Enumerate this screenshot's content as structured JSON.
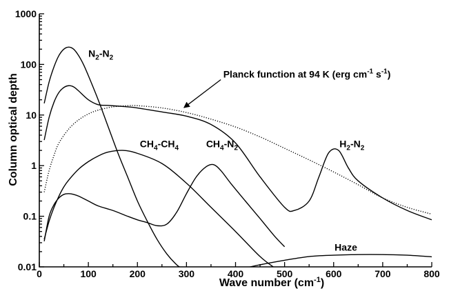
{
  "chart_data": {
    "type": "line",
    "xlabel": "Wave number (cm",
    "xlabel_sup": "-1",
    "xlabel_end": ")",
    "ylabel": "Column optical depth",
    "xlim": [
      0,
      800
    ],
    "ylim": [
      0.01,
      1000
    ],
    "yscale": "log",
    "grid": false,
    "x_ticks": [
      {
        "value": 0,
        "label": "0"
      },
      {
        "value": 100,
        "label": "100"
      },
      {
        "value": 200,
        "label": "200"
      },
      {
        "value": 300,
        "label": "300"
      },
      {
        "value": 400,
        "label": "400"
      },
      {
        "value": 500,
        "label": "500"
      },
      {
        "value": 600,
        "label": "600"
      },
      {
        "value": 700,
        "label": "700"
      },
      {
        "value": 800,
        "label": "800"
      }
    ],
    "y_ticks": [
      {
        "value": 0.01,
        "label": "0.01"
      },
      {
        "value": 0.1,
        "label": "0.1"
      },
      {
        "value": 1,
        "label": "1"
      },
      {
        "value": 10,
        "label": "10"
      },
      {
        "value": 100,
        "label": "100"
      },
      {
        "value": 1000,
        "label": "1000"
      }
    ],
    "series": [
      {
        "key": "n2n2",
        "style": "solid",
        "x": [
          10,
          20,
          30,
          40,
          50,
          60,
          70,
          80,
          90,
          100,
          120,
          140,
          160,
          180,
          200,
          220,
          240,
          260,
          280,
          290
        ],
        "y": [
          17,
          45,
          90,
          150,
          200,
          220,
          200,
          150,
          100,
          60,
          20,
          6,
          1.8,
          0.6,
          0.2,
          0.08,
          0.035,
          0.018,
          0.011,
          0.0095
        ]
      },
      {
        "key": "total",
        "style": "solid",
        "x": [
          10,
          20,
          30,
          40,
          50,
          60,
          70,
          80,
          100,
          120,
          140,
          160,
          180,
          200,
          250,
          300,
          350,
          400,
          450,
          500,
          520,
          550,
          570,
          590,
          610,
          630,
          650,
          700,
          750,
          800
        ],
        "y": [
          3.2,
          9,
          18,
          28,
          35,
          38,
          36,
          30,
          20,
          16,
          15.5,
          15,
          14.5,
          13.8,
          11.5,
          9.5,
          6.5,
          2.8,
          0.6,
          0.15,
          0.13,
          0.2,
          0.6,
          1.8,
          2.0,
          0.9,
          0.5,
          0.23,
          0.13,
          0.085
        ]
      },
      {
        "key": "planck",
        "style": "dotted",
        "x": [
          10,
          20,
          30,
          40,
          60,
          80,
          100,
          120,
          150,
          180,
          200,
          250,
          300,
          350,
          400,
          450,
          500,
          550,
          600,
          650,
          700,
          750,
          800
        ],
        "y": [
          0.3,
          0.8,
          1.6,
          2.8,
          5.3,
          8,
          10.5,
          12.5,
          14.5,
          15.3,
          15.3,
          13.8,
          11.2,
          8.3,
          5.8,
          3.7,
          2.2,
          1.3,
          0.75,
          0.42,
          0.23,
          0.15,
          0.11
        ]
      },
      {
        "key": "ch4ch4",
        "style": "solid",
        "x": [
          10,
          20,
          30,
          40,
          50,
          60,
          80,
          100,
          120,
          140,
          170,
          200,
          250,
          300,
          350,
          400,
          450,
          480
        ],
        "y": [
          0.035,
          0.08,
          0.15,
          0.25,
          0.38,
          0.52,
          0.85,
          1.2,
          1.55,
          1.85,
          2.0,
          1.75,
          1.1,
          0.45,
          0.15,
          0.05,
          0.016,
          0.0095
        ]
      },
      {
        "key": "ch4n2",
        "style": "solid",
        "x": [
          10,
          20,
          30,
          40,
          50,
          60,
          70,
          80,
          100,
          120,
          150,
          180,
          200,
          220,
          240,
          260,
          280,
          300,
          320,
          340,
          355,
          370,
          390,
          420,
          450,
          480,
          500
        ],
        "y": [
          0.032,
          0.1,
          0.17,
          0.23,
          0.27,
          0.28,
          0.27,
          0.25,
          0.2,
          0.16,
          0.13,
          0.1,
          0.085,
          0.075,
          0.065,
          0.07,
          0.12,
          0.28,
          0.6,
          0.95,
          1.05,
          0.8,
          0.45,
          0.2,
          0.09,
          0.04,
          0.025
        ]
      },
      {
        "key": "haze",
        "style": "solid",
        "x": [
          420,
          450,
          500,
          550,
          600,
          650,
          700,
          750,
          800
        ],
        "y": [
          0.0095,
          0.011,
          0.0135,
          0.016,
          0.017,
          0.0175,
          0.0175,
          0.017,
          0.0158
        ]
      }
    ],
    "annotations": [
      {
        "key": "n2n2",
        "x": 100,
        "y": 140,
        "parts": [
          {
            "t": "N"
          },
          {
            "t": "2",
            "sub": true
          },
          {
            "t": "-N"
          },
          {
            "t": "2",
            "sub": true
          }
        ]
      },
      {
        "key": "planck",
        "x": 375,
        "y": 55,
        "parts": [
          {
            "t": "Planck function at 94 K (erg cm"
          },
          {
            "t": "-1",
            "sup": true
          },
          {
            "t": " s"
          },
          {
            "t": "-1",
            "sup": true
          },
          {
            "t": ")"
          }
        ]
      },
      {
        "key": "ch4ch4",
        "x": 205,
        "y": 2.3,
        "parts": [
          {
            "t": "CH"
          },
          {
            "t": "4",
            "sub": true
          },
          {
            "t": "-CH"
          },
          {
            "t": "4",
            "sub": true
          }
        ]
      },
      {
        "key": "ch4n2",
        "x": 340,
        "y": 2.3,
        "parts": [
          {
            "t": "CH"
          },
          {
            "t": "4",
            "sub": true
          },
          {
            "t": "-N"
          },
          {
            "t": "2",
            "sub": true
          }
        ]
      },
      {
        "key": "h2n2",
        "x": 612,
        "y": 2.3,
        "parts": [
          {
            "t": "H"
          },
          {
            "t": "2",
            "sub": true
          },
          {
            "t": "-N"
          },
          {
            "t": "2",
            "sub": true
          }
        ]
      },
      {
        "key": "haze",
        "x": 602,
        "y": 0.021,
        "parts": [
          {
            "t": "Haze"
          }
        ]
      }
    ],
    "arrow": {
      "from": [
        370,
        50
      ],
      "to": [
        295,
        14
      ]
    }
  }
}
